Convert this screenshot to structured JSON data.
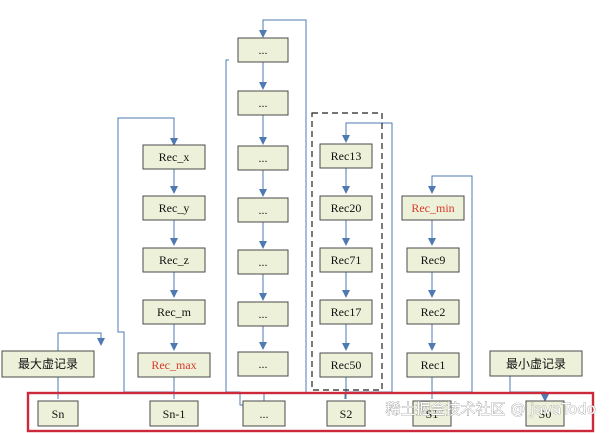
{
  "nodes": {
    "rec_x": "Rec_x",
    "rec_y": "Rec_y",
    "rec_z": "Rec_z",
    "rec_m": "Rec_m",
    "rec_max": "Rec_max",
    "max_virtual": "最大虚记录",
    "col3_1": "...",
    "col3_2": "...",
    "col3_3": "...",
    "col3_4": "...",
    "col3_5": "...",
    "col3_6": "...",
    "col3_7": "...",
    "rec13": "Rec13",
    "rec20": "Rec20",
    "rec71": "Rec71",
    "rec17": "Rec17",
    "rec50": "Rec50",
    "rec_min": "Rec_min",
    "rec9": "Rec9",
    "rec2": "Rec2",
    "rec1": "Rec1",
    "min_virtual": "最小虚记录"
  },
  "slots": {
    "sn": "Sn",
    "sn_1": "Sn-1",
    "ellipsis": "...",
    "s2": "S2",
    "s1": "S1",
    "s0": "S0"
  },
  "watermark": "稀土掘金技术社区 @ javaTodo",
  "colors": {
    "box_fill": "#eef1da",
    "connector": "#4f7ab1",
    "highlight_text": "#d63a2a",
    "slot_frame": "#cc2a3a"
  }
}
